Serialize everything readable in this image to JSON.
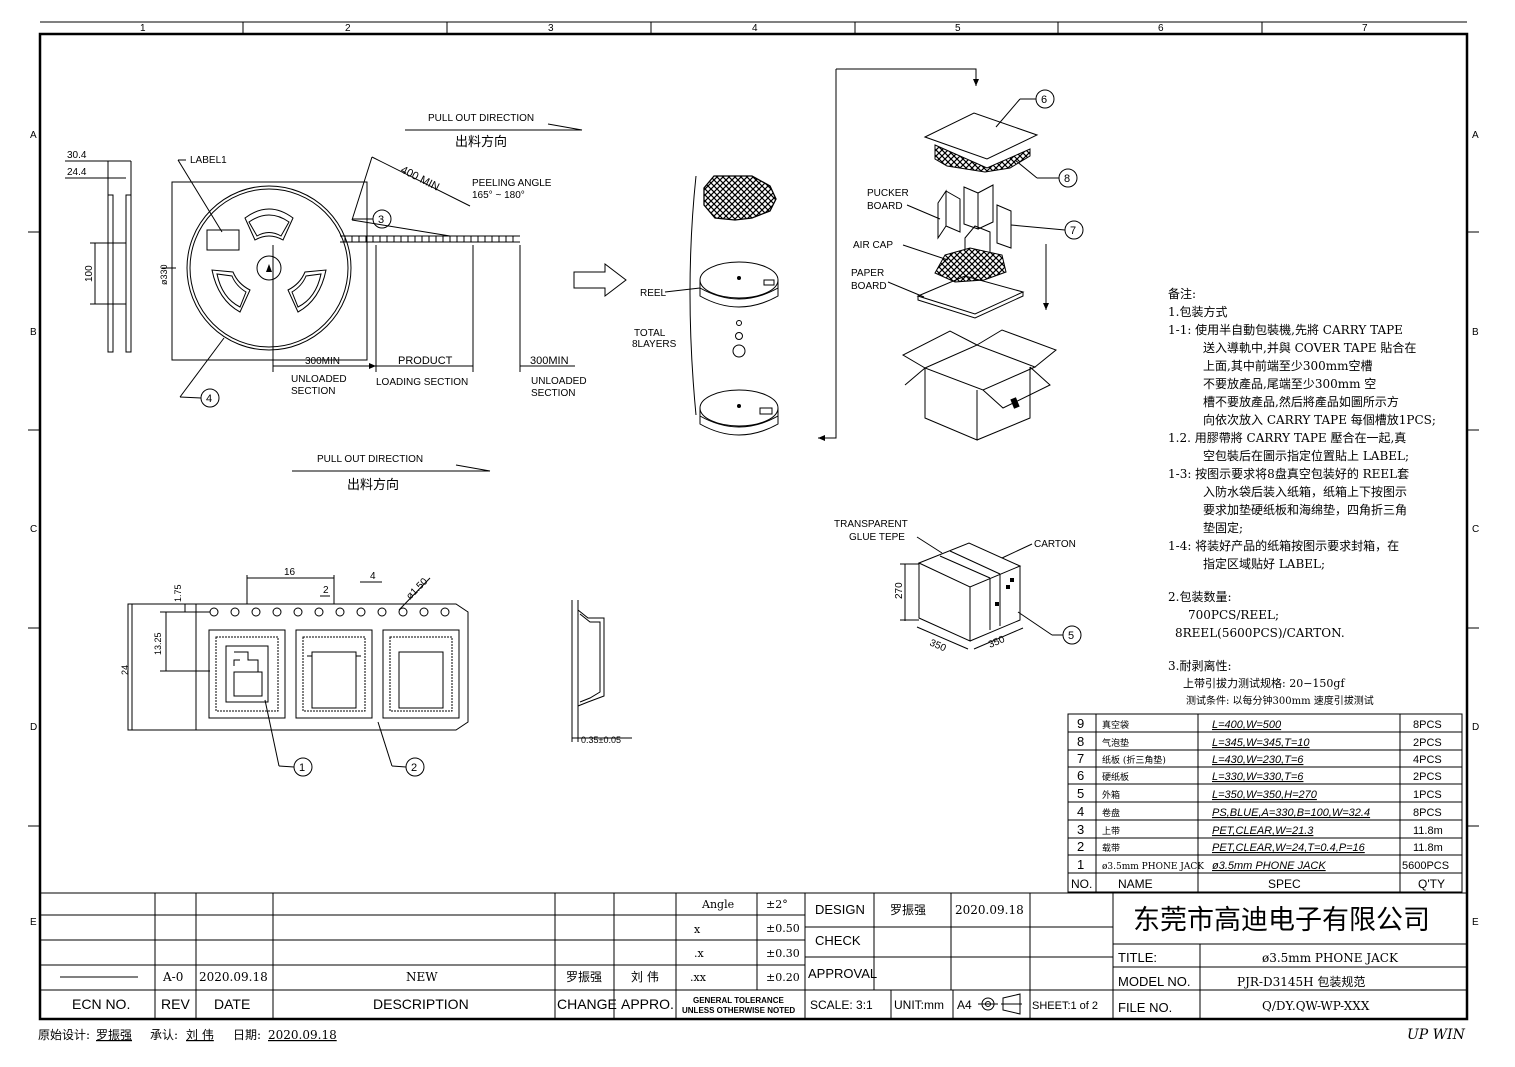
{
  "zone_columns": [
    "1",
    "2",
    "3",
    "4",
    "5",
    "6",
    "7"
  ],
  "zone_rows": [
    "A",
    "B",
    "C",
    "D",
    "E"
  ],
  "reel_view": {
    "dim_30_4": "30.4",
    "dim_24_4": "24.4",
    "dim_100": "100",
    "dim_330": "ø330",
    "label1": "LABEL1",
    "angle_note": "PEELING ANGLE",
    "angle_value": "165° ~ 180°",
    "len_400": "400 MIN",
    "min_left": "300MIN",
    "product": "PRODUCT",
    "min_right": "300MIN",
    "unloaded_left_1": "UNLOADED",
    "unloaded_left_2": "SECTION",
    "loading": "LOADING SECTION",
    "unloaded_right_1": "UNLOADED",
    "unloaded_right_2": "SECTION",
    "pull_en": "PULL OUT DIRECTION",
    "pull_cn": "出料方向",
    "pull2_en": "PULL OUT DIRECTION",
    "pull2_cn": "出料方向"
  },
  "tape_view": {
    "dim_16": "16",
    "dim_2": "2",
    "dim_4": "4",
    "dim_hole": "ø1.50",
    "dim_1_75": "1.75",
    "dim_13_25": "13.25",
    "dim_24": "24",
    "thickness": "0.35±0.05"
  },
  "packing_view": {
    "reel": "REEL",
    "total_1": "TOTAL",
    "total_2": "8LAYERS",
    "pucker_1": "PUCKER",
    "pucker_2": "BOARD",
    "air_cap": "AIR CAP",
    "paper_1": "PAPER",
    "paper_2": "BOARD",
    "transparent_1": "TRANSPARENT",
    "transparent_2": "GLUE TEPE",
    "carton": "CARTON",
    "dim_270": "270",
    "dim_350a": "350",
    "dim_350b": "350"
  },
  "balloons": [
    "1",
    "2",
    "3",
    "4",
    "5",
    "6",
    "7",
    "8"
  ],
  "notes": [
    "备注:",
    "1.包装方式",
    "1-1: 使用半自動包裝機,先將 CARRY TAPE",
    "送入導軌中,并與 COVER TAPE 貼合在",
    "上面,其中前端至少300mm空槽",
    "不要放產品,尾端至少300mm 空",
    "槽不要放產品,然后將產品如圖所示方",
    "向依次放入 CARRY TAPE 每個槽放1PCS;",
    "1.2. 用膠帶將 CARRY TAPE 壓合在一起,真",
    "空包裝后在圖示指定位置貼上 LABEL;",
    "1-3: 按图示要求将8盘真空包装好的 REEL套",
    "入防水袋后装入纸箱，纸箱上下按图示",
    "要求加垫硬纸板和海绵垫，四角折三角",
    "垫固定;",
    "1-4: 将装好产品的纸箱按图示要求封箱，在",
    "指定区域贴好 LABEL;",
    "2.包装数量:",
    "700PCS/REEL;",
    "8REEL(5600PCS)/CARTON.",
    "3.耐剥离性:",
    "上带引拔力测试规格: 20−150gf",
    "测试条件: 以每分钟300mm 速度引拔测试"
  ],
  "bom": {
    "headers": [
      "NO.",
      "NAME",
      "SPEC",
      "Q'TY"
    ],
    "rows": [
      [
        "9",
        "真空袋",
        "L=400,W=500",
        "8PCS"
      ],
      [
        "8",
        "气泡垫",
        "L=345,W=345,T=10",
        "2PCS"
      ],
      [
        "7",
        "纸板 (折三角垫)",
        "L=430,W=230,T=6",
        "4PCS"
      ],
      [
        "6",
        "硬纸板",
        "L=330,W=330,T=6",
        "2PCS"
      ],
      [
        "5",
        "外箱",
        "L=350,W=350,H=270",
        "1PCS"
      ],
      [
        "4",
        "卷盘",
        "PS,BLUE,A=330,B=100,W=32.4",
        "8PCS"
      ],
      [
        "3",
        "上带",
        "PET,CLEAR,W=21.3",
        "11.8m"
      ],
      [
        "2",
        "载带",
        "PET,CLEAR,W=24,T=0.4,P=16",
        "11.8m"
      ],
      [
        "1",
        "ø3.5mm PHONE JACK",
        "ø3.5mm PHONE JACK",
        "5600PCS"
      ]
    ]
  },
  "title_block": {
    "tol_angle": "Angle",
    "tol_angle_v": "±2°",
    "tol_x": "x",
    "tol_x_v": "±0.50",
    "tol_xx": ".x",
    "tol_xx_v": "±0.30",
    "tol_xxx": ".xx",
    "tol_xxx_v": "±0.20",
    "tol_note_1": "GENERAL TOLERANCE",
    "tol_note_2": "UNLESS OTHERWISE NOTED",
    "design": "DESIGN",
    "designer": "罗振强",
    "design_date": "2020.09.18",
    "check": "CHECK",
    "approval": "APPROVAL",
    "scale": "SCALE: 3:1",
    "unit": "UNIT:mm",
    "paper": "A4",
    "sheet": "SHEET:1 of 2",
    "company": "东莞市高迪电子有限公司",
    "title_label": "TITLE:",
    "title_value": "ø3.5mm PHONE JACK",
    "model_label": "MODEL NO.",
    "model_value": "PJR-D3145H 包装规范",
    "file_label": "FILE NO.",
    "file_value": "Q/DY.QW-WP-XXX",
    "rev_row": {
      "rev": "A-0",
      "date": "2020.09.18",
      "desc": "NEW",
      "change": "罗振强",
      "appro": "刘 伟"
    },
    "headers": {
      "ecn": "ECN NO.",
      "rev": "REV",
      "date": "DATE",
      "desc": "DESCRIPTION",
      "change": "CHANGE",
      "appro": "APPRO."
    }
  },
  "footer": {
    "designer_label": "原始设计:",
    "designer": "罗振强",
    "approver_label": "承认:",
    "approver": "刘 伟",
    "date_label": "日期:",
    "date": "2020.09.18",
    "brand": "UP WIN"
  }
}
